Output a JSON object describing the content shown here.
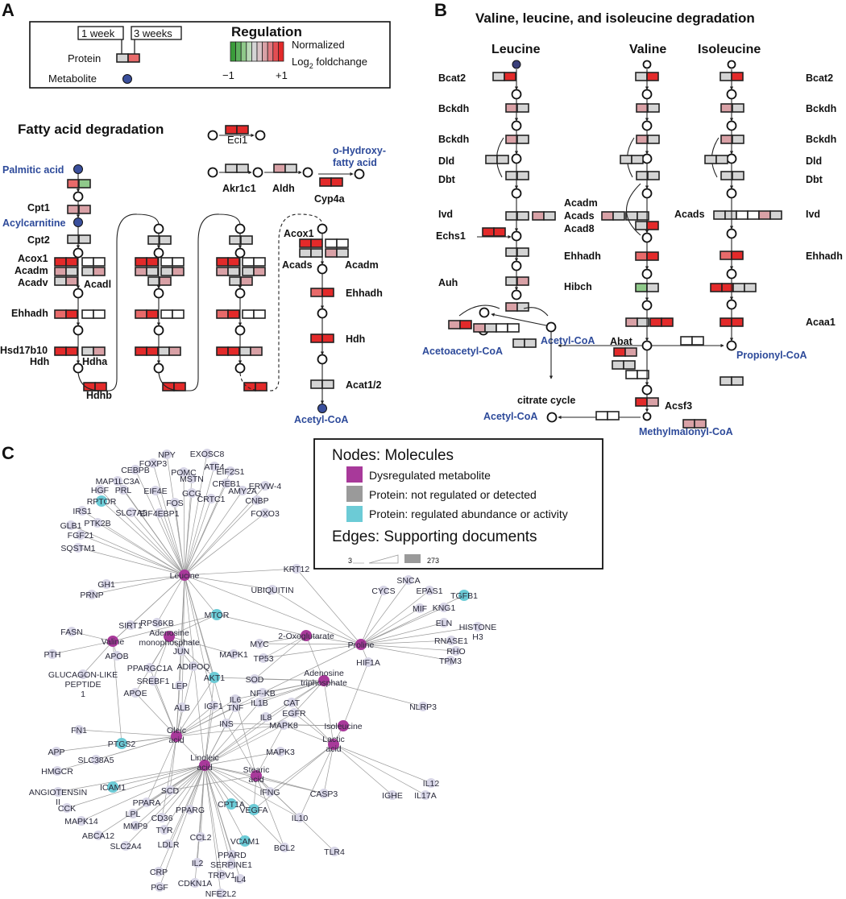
{
  "colors": {
    "up_strong": "#e32a2a",
    "up_mid": "#e86a6a",
    "up_light": "#d9a1a6",
    "neutral": "#d4d4d4",
    "down": "#8fc98a",
    "missing": "#ffffff",
    "metabolite_label": "#2d4a9a",
    "metabolite_dot": "#3a4f9c",
    "net_metabolite": "#a8399a",
    "net_protein_neutral": "#d7d5e6",
    "net_protein_regulated": "#6ccbd6"
  },
  "panelA": {
    "letter": "A",
    "legend": {
      "week1": "1 week",
      "week3": "3 weeks",
      "protein": "Protein",
      "metabolite": "Metabolite",
      "regulation_title": "Regulation",
      "normalized": "Normalized",
      "log_label": "Log",
      "log_sub": "2",
      "foldchange": " foldchange",
      "min": "−1",
      "max": "+1",
      "scale": [
        "#3a9c3a",
        "#5cb05c",
        "#8fc98a",
        "#b9d9b6",
        "#d4d4d4",
        "#d9c3c6",
        "#d9a1a6",
        "#e07a80",
        "#e34e52",
        "#e32a2a"
      ]
    },
    "title": "Fatty acid degradation",
    "metabolites": {
      "palmitic_acid": "Palmitic acid",
      "acylcarnitine": "Acylcarnitine",
      "hydroxy1": "o-Hydroxy-",
      "hydroxy2": "fatty acid",
      "acetyl_coa": "Acetyl-CoA"
    },
    "enzymes": {
      "cpt1": "Cpt1",
      "cpt2": "Cpt2",
      "acox1": "Acox1",
      "acadm": "Acadm",
      "acadv": "Acadv",
      "acadl": "Acadl",
      "ehhadh": "Ehhadh",
      "hsd17b10": "Hsd17b10",
      "hdh": "Hdh",
      "hdha": "Hdha",
      "hdhb": "Hdhb",
      "eci1": "Eci1",
      "akr1c1": "Akr1c1",
      "aldh": "Aldh",
      "cyp4a": "Cyp4a",
      "acox1_b": "Acox1",
      "acads": "Acads",
      "acadm_b": "Acadm",
      "ehhadh_b": "Ehhadh",
      "hdh_b": "Hdh",
      "acat12": "Acat1/2"
    }
  },
  "panelB": {
    "letter": "B",
    "title": "Valine, leucine, and isoleucine degradation",
    "columns": [
      "Leucine",
      "Valine",
      "Isoleucine"
    ],
    "left_labels": [
      "Bcat2",
      "Bckdh",
      "Bckdh",
      "Dld",
      "Dbt",
      "Ivd",
      "Echs1",
      "Auh"
    ],
    "mid_labels": [
      "Acadm",
      "Acads",
      "Acad8",
      "Ehhadh",
      "Hibch",
      "Abat",
      "Acsf3",
      "citrate cycle"
    ],
    "right_labels": [
      "Bcat2",
      "Bckdh",
      "Bckdh",
      "Dld",
      "Dbt",
      "Ivd",
      "Ehhadh",
      "Acaa1",
      "Acads"
    ],
    "metabolites": {
      "acetoacetyl": "Acetoacetyl-CoA",
      "acetyl1": "Acetyl-CoA",
      "propionyl": "Propionyl-CoA",
      "acetyl2": "Acetyl-CoA",
      "methylmalonyl": "Methylmalonyl-CoA"
    }
  },
  "panelC": {
    "letter": "C",
    "legend": {
      "nodes_title": "Nodes: Molecules",
      "item1": "Dysregulated metabolite",
      "item2": "Protein: not regulated or detected",
      "item3": "Protein: regulated abundance or activity",
      "edges_title": "Edges: Supporting documents",
      "edge_min": "3",
      "edge_max": "273",
      "swatch1": "#a8399a",
      "swatch2": "#9a9a9a",
      "swatch3": "#6ccbd6"
    },
    "hubs": [
      "Leucine",
      "Valine",
      "Adenosine monophosphate",
      "2-Oxoglutarate",
      "Proline",
      "Adenosine triphosphate",
      "Oleic acid",
      "Linoleic acid",
      "Stearic acid",
      "Isoleucine",
      "Lactic acid"
    ],
    "regulated_proteins": [
      "RPTOR",
      "MTOR",
      "AKT1",
      "PTGS2",
      "ICAM1",
      "CPT1A",
      "VEGFA",
      "VCAM1",
      "TGFB1"
    ],
    "other_proteins": [
      "NPY",
      "EXOSC8",
      "FOXP3",
      "ATF4",
      "CEBPB",
      "POMC",
      "EIF2S1",
      "MSTN",
      "MAP1LC3A",
      "CREB1",
      "ERVW-4",
      "HGF",
      "PRL",
      "EIF4E",
      "GCG",
      "AMY2A",
      "CRTC1",
      "CNBP",
      "FOS",
      "IRS1",
      "SLC7A5",
      "EIF4EBP1",
      "FOXO3",
      "PTK2B",
      "GLB1",
      "FGF21",
      "SQSTM1",
      "KRT12",
      "GH1",
      "PRNP",
      "UBIQUITIN",
      "SIRT1",
      "RPS6KB",
      "FASN",
      "PTH",
      "APOB",
      "GLUCAGON-LIKE PEPTIDE 1",
      "PPARGC1A",
      "ADIPOQ",
      "JUN",
      "MAPK1",
      "MYC",
      "TP53",
      "SREBF1",
      "LEP",
      "SOD",
      "APOE",
      "NF-KB",
      "IL6",
      "IL1B",
      "TNF",
      "IGF1",
      "ALB",
      "IL8",
      "EGFR",
      "CAT",
      "INS",
      "MAPK8",
      "FN1",
      "MAPK3",
      "APP",
      "SLC38A5",
      "HMGCR",
      "ANGIOTENSIN II",
      "CCK",
      "SCD",
      "PPARA",
      "PPARG",
      "LPL",
      "CD36",
      "MAPK14",
      "MMP9",
      "TYR",
      "ABCA12",
      "SLC2A4",
      "LDLR",
      "CCL2",
      "IFNG",
      "CASP3",
      "IL10",
      "BCL2",
      "PPARD",
      "IL2",
      "SERPINE1",
      "TRPV1",
      "IL4",
      "CRP",
      "PGF",
      "CDKN1A",
      "NFE2L2",
      "TLR4",
      "IL12",
      "IL17A",
      "IGHE",
      "NLRP3",
      "CYCS",
      "SNCA",
      "EPAS1",
      "MIF",
      "KNG1",
      "ELN",
      "HISTONE H3",
      "RNASE1",
      "RHO",
      "TPM3",
      "HIF1A"
    ]
  }
}
